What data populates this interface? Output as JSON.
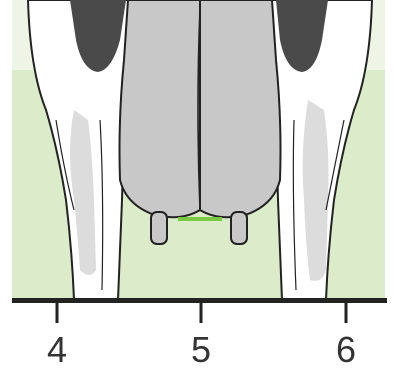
{
  "scale": {
    "ticks": [
      "4",
      "5",
      "6"
    ],
    "marker_value": 5
  },
  "colors": {
    "background_green": "#dcebc9",
    "udder_gray": "#c8c8c8",
    "body_patch_dark": "#4a4a4a",
    "marker_green": "#7ac943",
    "outline": "#222222"
  }
}
